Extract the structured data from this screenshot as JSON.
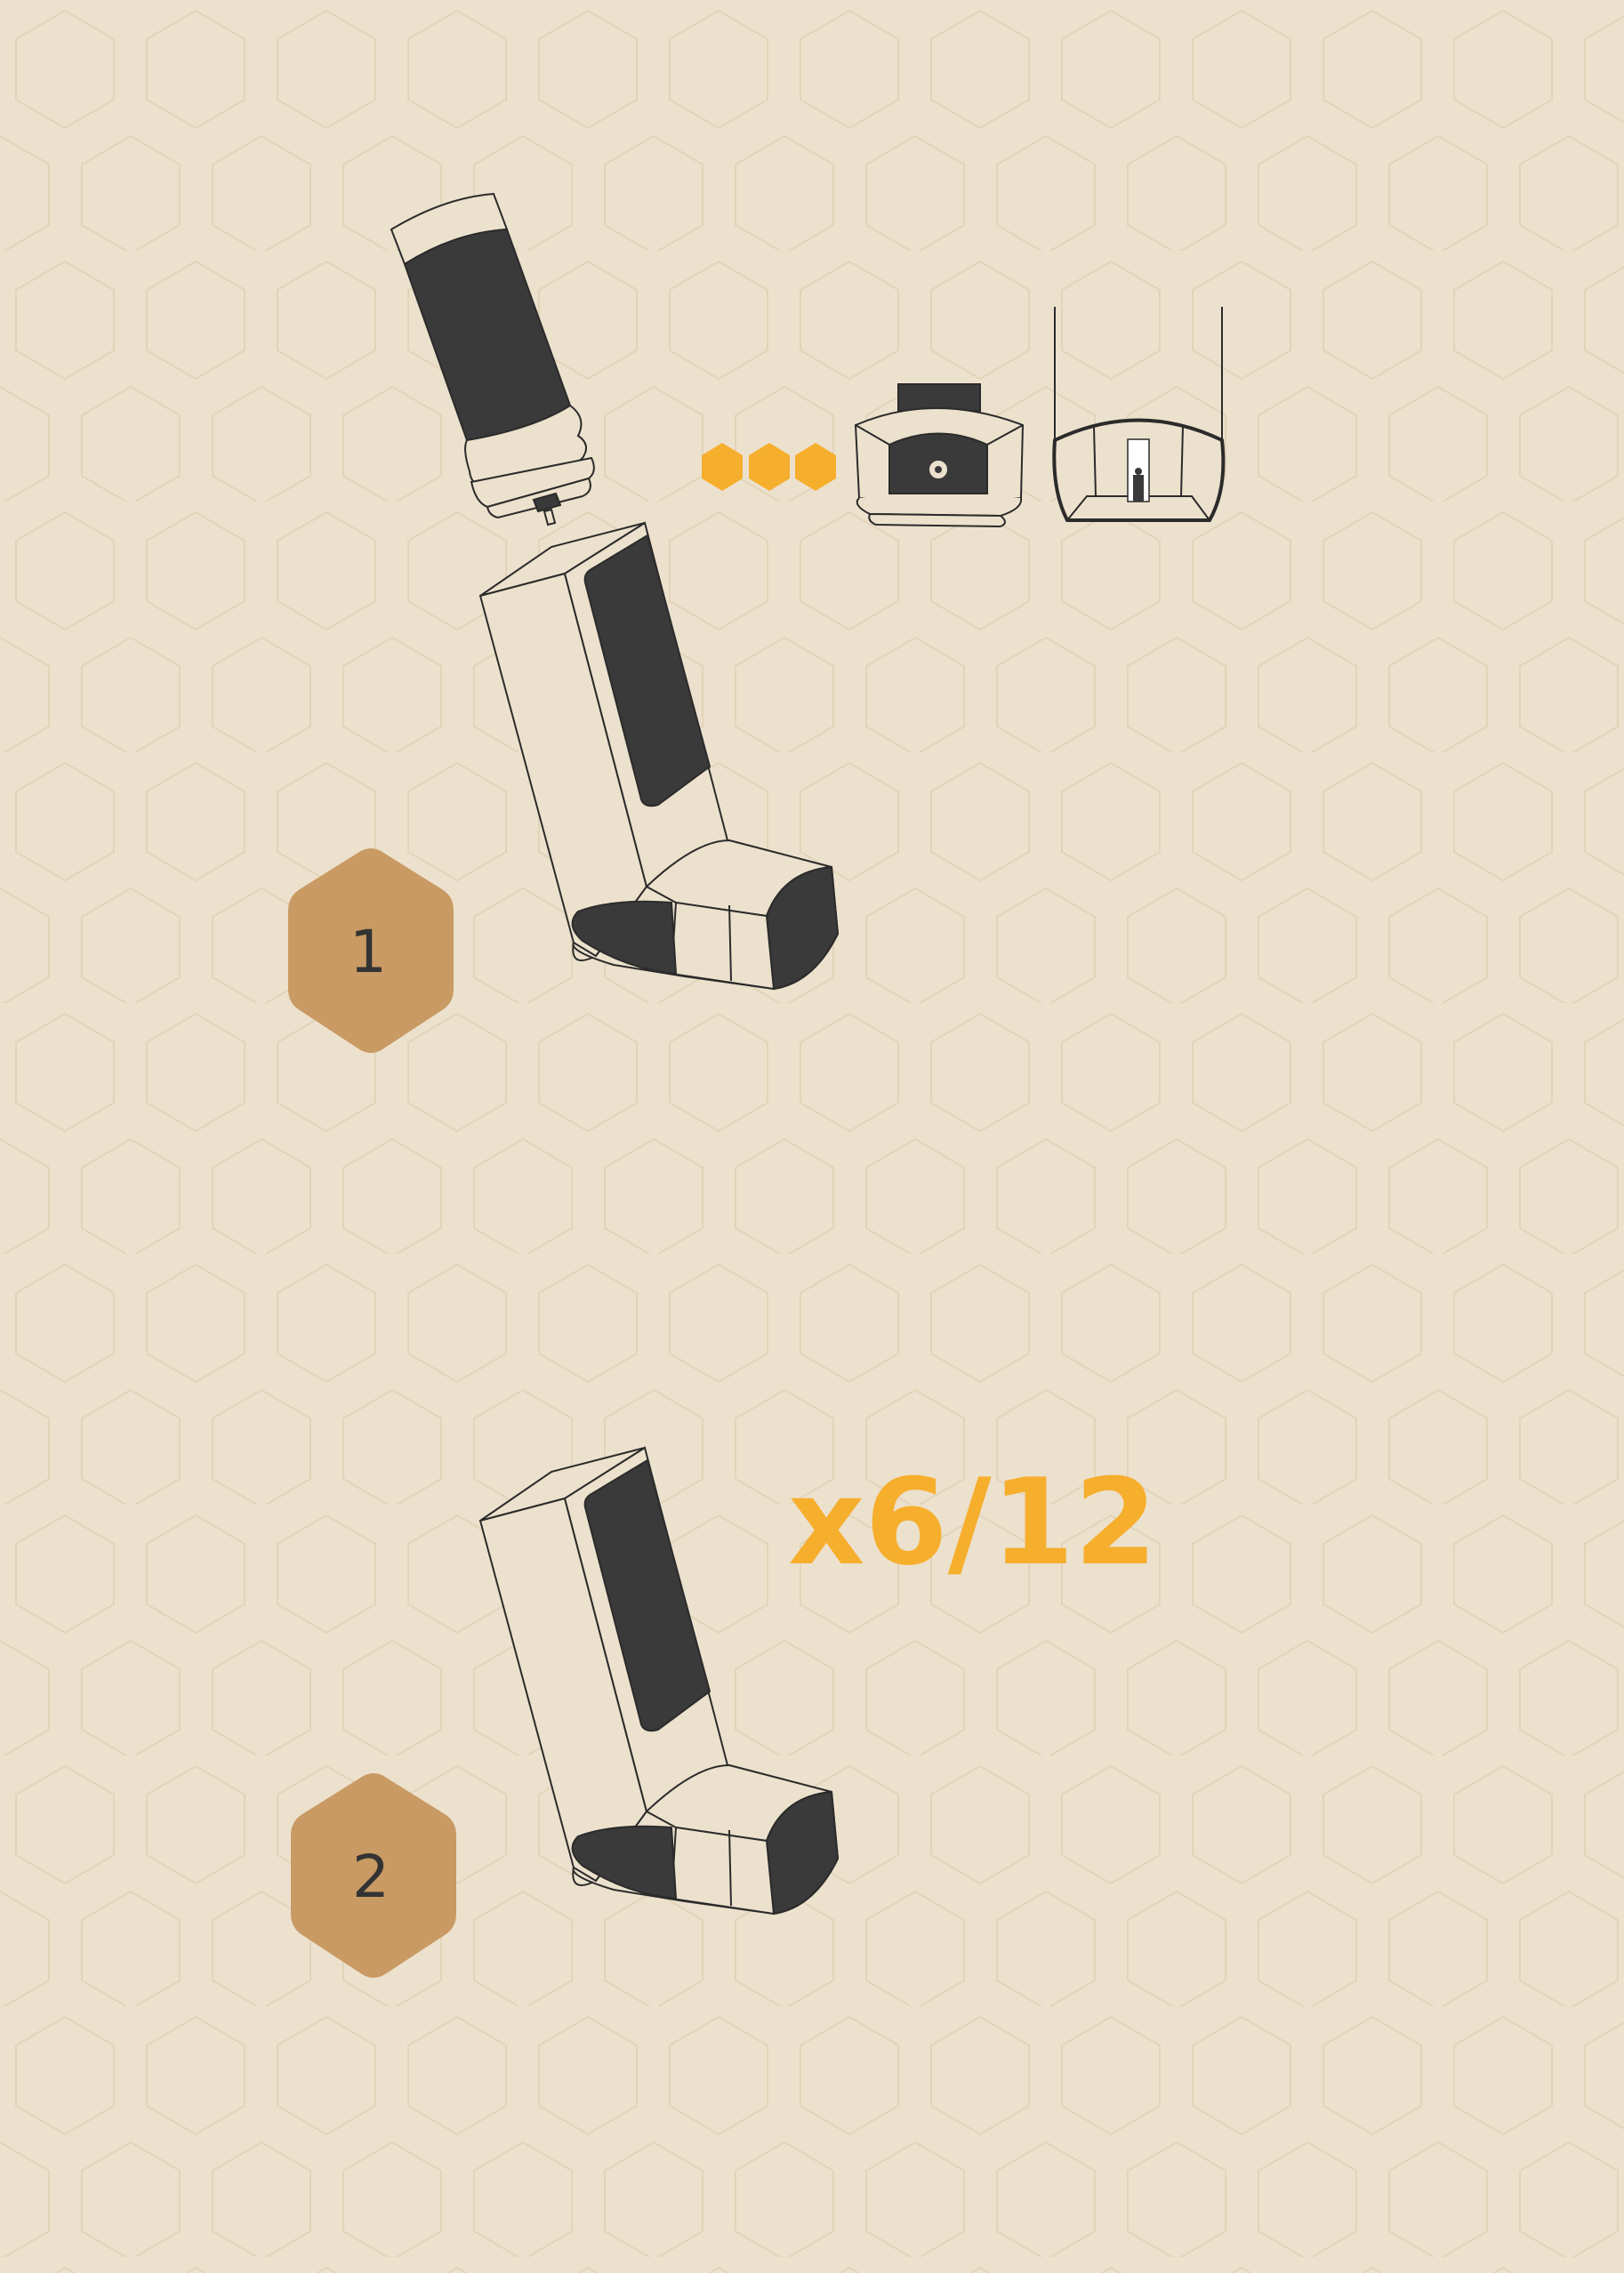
{
  "steps": [
    {
      "number": "1"
    },
    {
      "number": "2"
    }
  ],
  "repeat_label": "x6/12",
  "progress_dots": 3,
  "colors": {
    "background": "#ece1cd",
    "pattern": "#e0d2b6",
    "badge": "#c99a63",
    "accent": "#f6ae2d",
    "ink": "#3a3a3a",
    "line": "#2b2b2b"
  },
  "icons": [
    "canister-icon",
    "inhaler-icon",
    "progress-dots-icon",
    "cap-front-icon",
    "cap-top-icon"
  ]
}
